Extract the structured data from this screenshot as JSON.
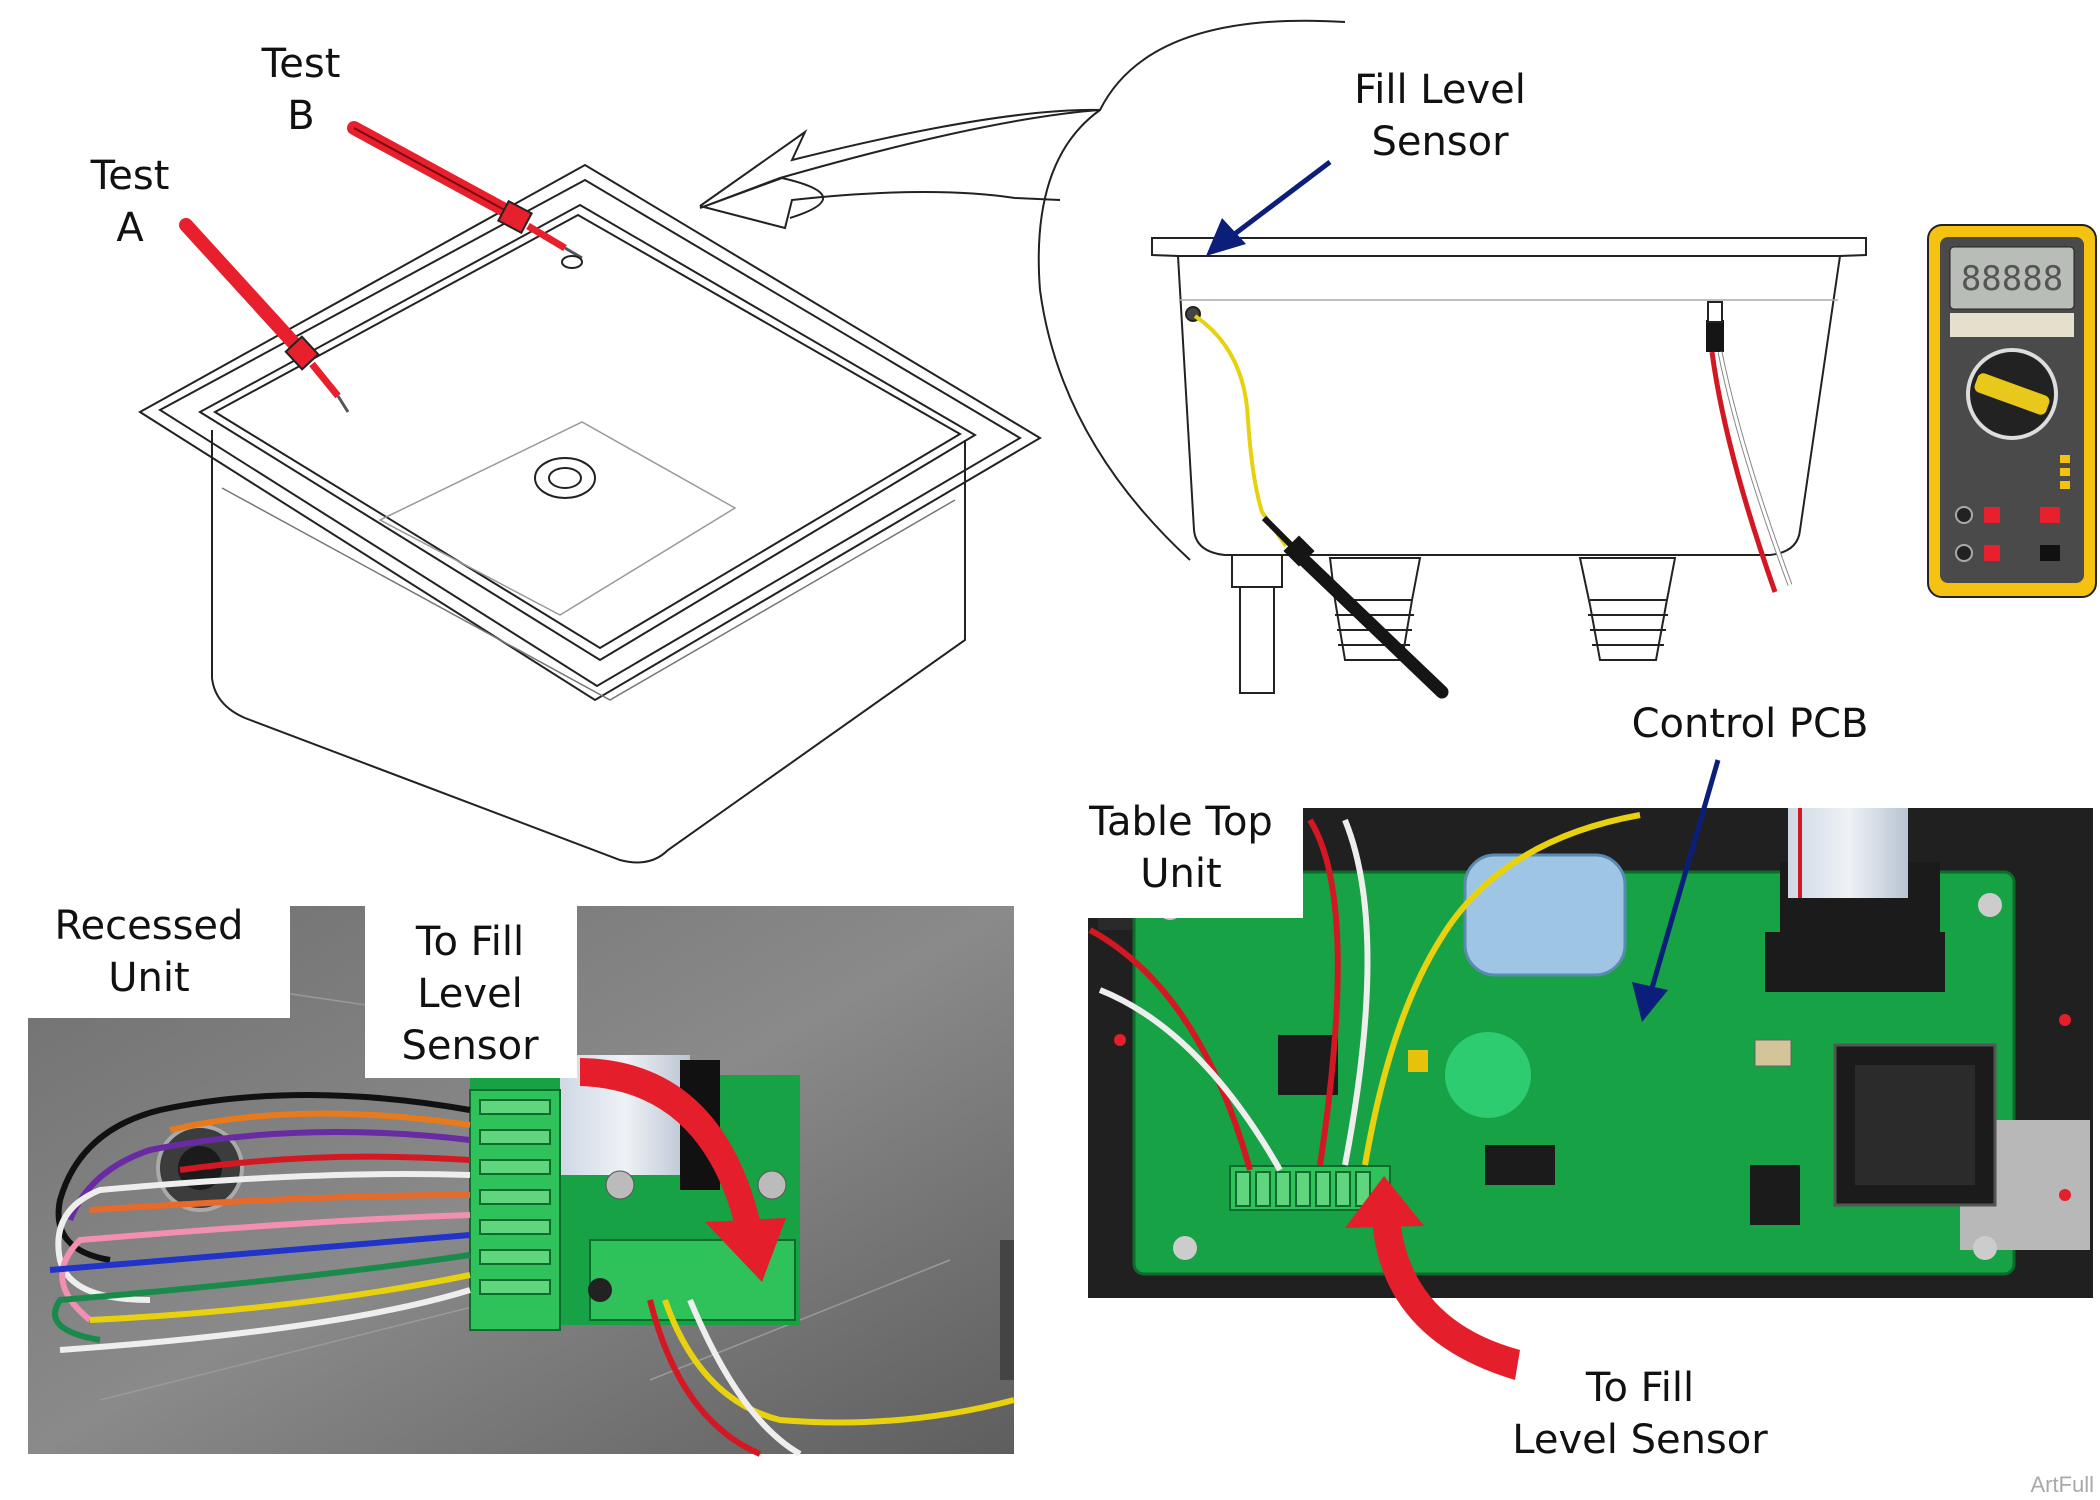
{
  "labels": {
    "test_a": [
      "Test",
      "A"
    ],
    "test_b": [
      "Test",
      "B"
    ],
    "fill_level_sensor": [
      "Fill Level",
      "Sensor"
    ],
    "control_pcb": "Control PCB",
    "table_top_unit": [
      "Table Top",
      "Unit"
    ],
    "recessed_unit": [
      "Recessed",
      "Unit"
    ],
    "to_fill_level_sensor_left": [
      "To Fill",
      "Level",
      "Sensor"
    ],
    "to_fill_level_sensor_right": [
      "To Fill",
      "Level Sensor"
    ]
  },
  "meter_display": "88888",
  "watermark": "ArtFull",
  "colors": {
    "probe_red": "#e8202e",
    "probe_black": "#151515",
    "arrow_red": "#e41e2b",
    "arrow_navy": "#0b1f7a",
    "pcb_green": "#17a245",
    "meter_yellow": "#f5c211",
    "sensor_wire_yellow": "#e8d210"
  }
}
